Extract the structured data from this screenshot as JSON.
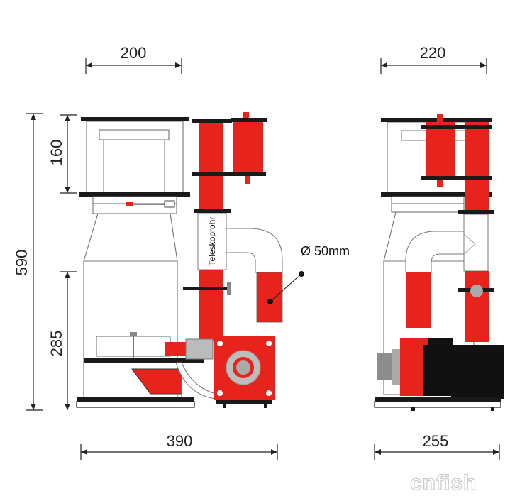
{
  "dimensions": {
    "front_width": "200",
    "side_width": "220",
    "upper_height": "160",
    "total_height": "590",
    "lower_height": "285",
    "front_base_width": "390",
    "side_base_width": "255"
  },
  "labels": {
    "telescope_pipe": "Teleskoprohr",
    "pipe_diameter": "Ø 50mm"
  },
  "watermark": "cnfish",
  "colors": {
    "pipe_red": "#e8231b",
    "pump_black": "#111111",
    "outline": "#555555",
    "flange": "#1a1a1a"
  }
}
